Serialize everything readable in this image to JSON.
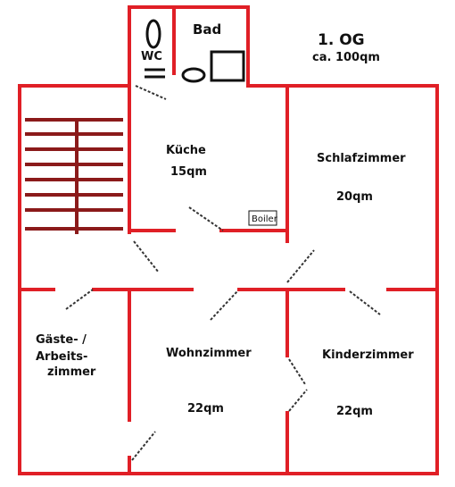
{
  "plan": {
    "floor": "1. OG",
    "area": "ca. 100qm",
    "bathroom": {
      "name": "Bad",
      "wc": "WC"
    },
    "boiler": "Boiler",
    "rooms": {
      "kitchen": {
        "name": "Küche",
        "size": "15qm"
      },
      "bedroom": {
        "name": "Schlafzimmer",
        "size": "20qm"
      },
      "guest": {
        "line1": "Gäste- /",
        "line2": "Arbeits-",
        "line3": "zimmer"
      },
      "living": {
        "name": "Wohnzimmer",
        "size": "22qm"
      },
      "kids": {
        "name": "Kinderzimmer",
        "size": "22qm"
      }
    }
  },
  "colors": {
    "wall": "#e01f26",
    "stair": "#8b1a1a",
    "door": "#333333",
    "fixture": "#111111"
  }
}
